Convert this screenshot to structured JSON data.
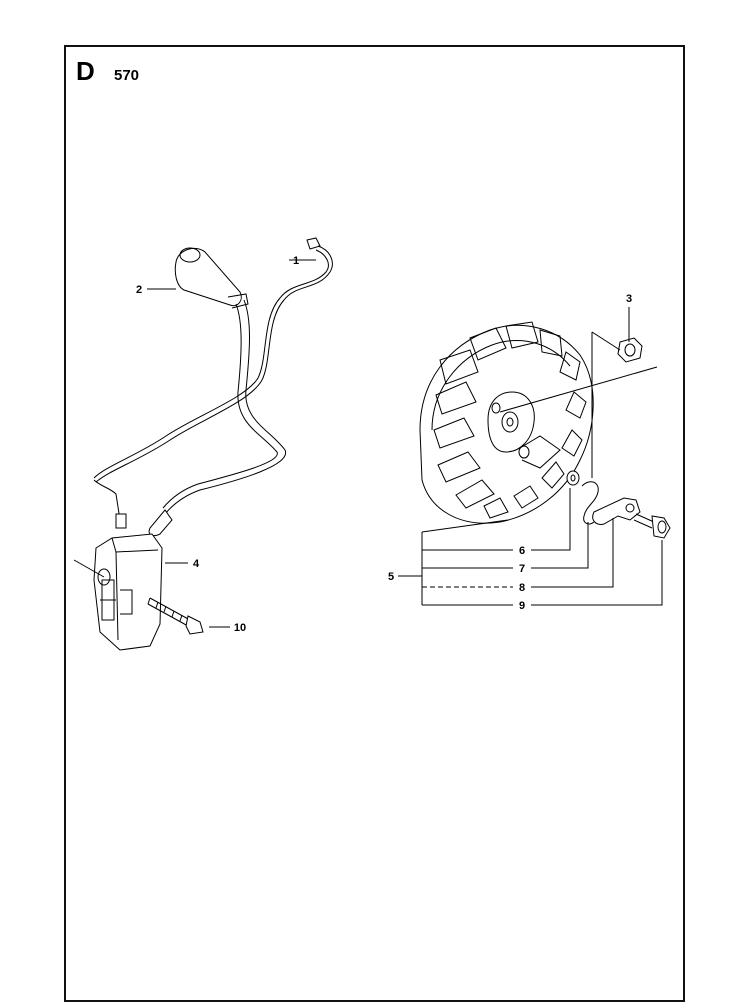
{
  "header": {
    "section": "D",
    "model": "570"
  },
  "callouts": [
    "1",
    "2",
    "3",
    "4",
    "5",
    "6",
    "7",
    "8",
    "9",
    "10"
  ],
  "colors": {
    "line": "#000000",
    "frame": "#111111"
  }
}
